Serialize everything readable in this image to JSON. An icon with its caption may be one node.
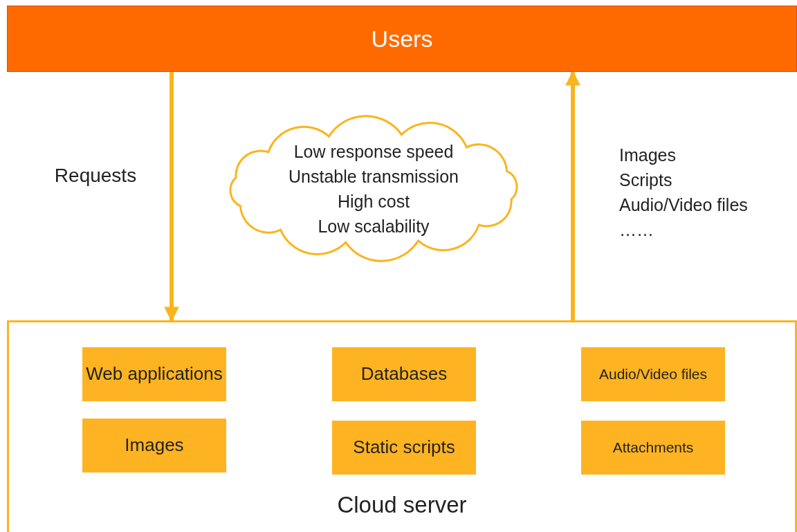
{
  "diagram": {
    "nodes": [
      {
        "text": [
          "Users"
        ]
      },
      {
        "text": [
          "Low response speed",
          "Unstable transmission",
          "High cost",
          "Low scalability"
        ]
      },
      {
        "text": [
          "Cloud server"
        ]
      },
      {
        "text": [
          "Web applications"
        ],
        "in": 2
      },
      {
        "text": [
          "Databases"
        ],
        "in": 2
      },
      {
        "text": [
          "Audio/Video files"
        ],
        "in": 2
      },
      {
        "text": [
          "Images"
        ],
        "in": 2
      },
      {
        "text": [
          "Static scripts"
        ],
        "in": 2
      },
      {
        "text": [
          "Attachments"
        ],
        "in": 2
      }
    ],
    "edges": [
      {
        "from": 0,
        "to": 2,
        "arrow": "to",
        "label": "Requests"
      },
      {
        "from": 2,
        "to": 0,
        "arrow": "to"
      }
    ],
    "labels": [
      "Images",
      "Scripts",
      "Audio/Video files",
      "……"
    ]
  }
}
